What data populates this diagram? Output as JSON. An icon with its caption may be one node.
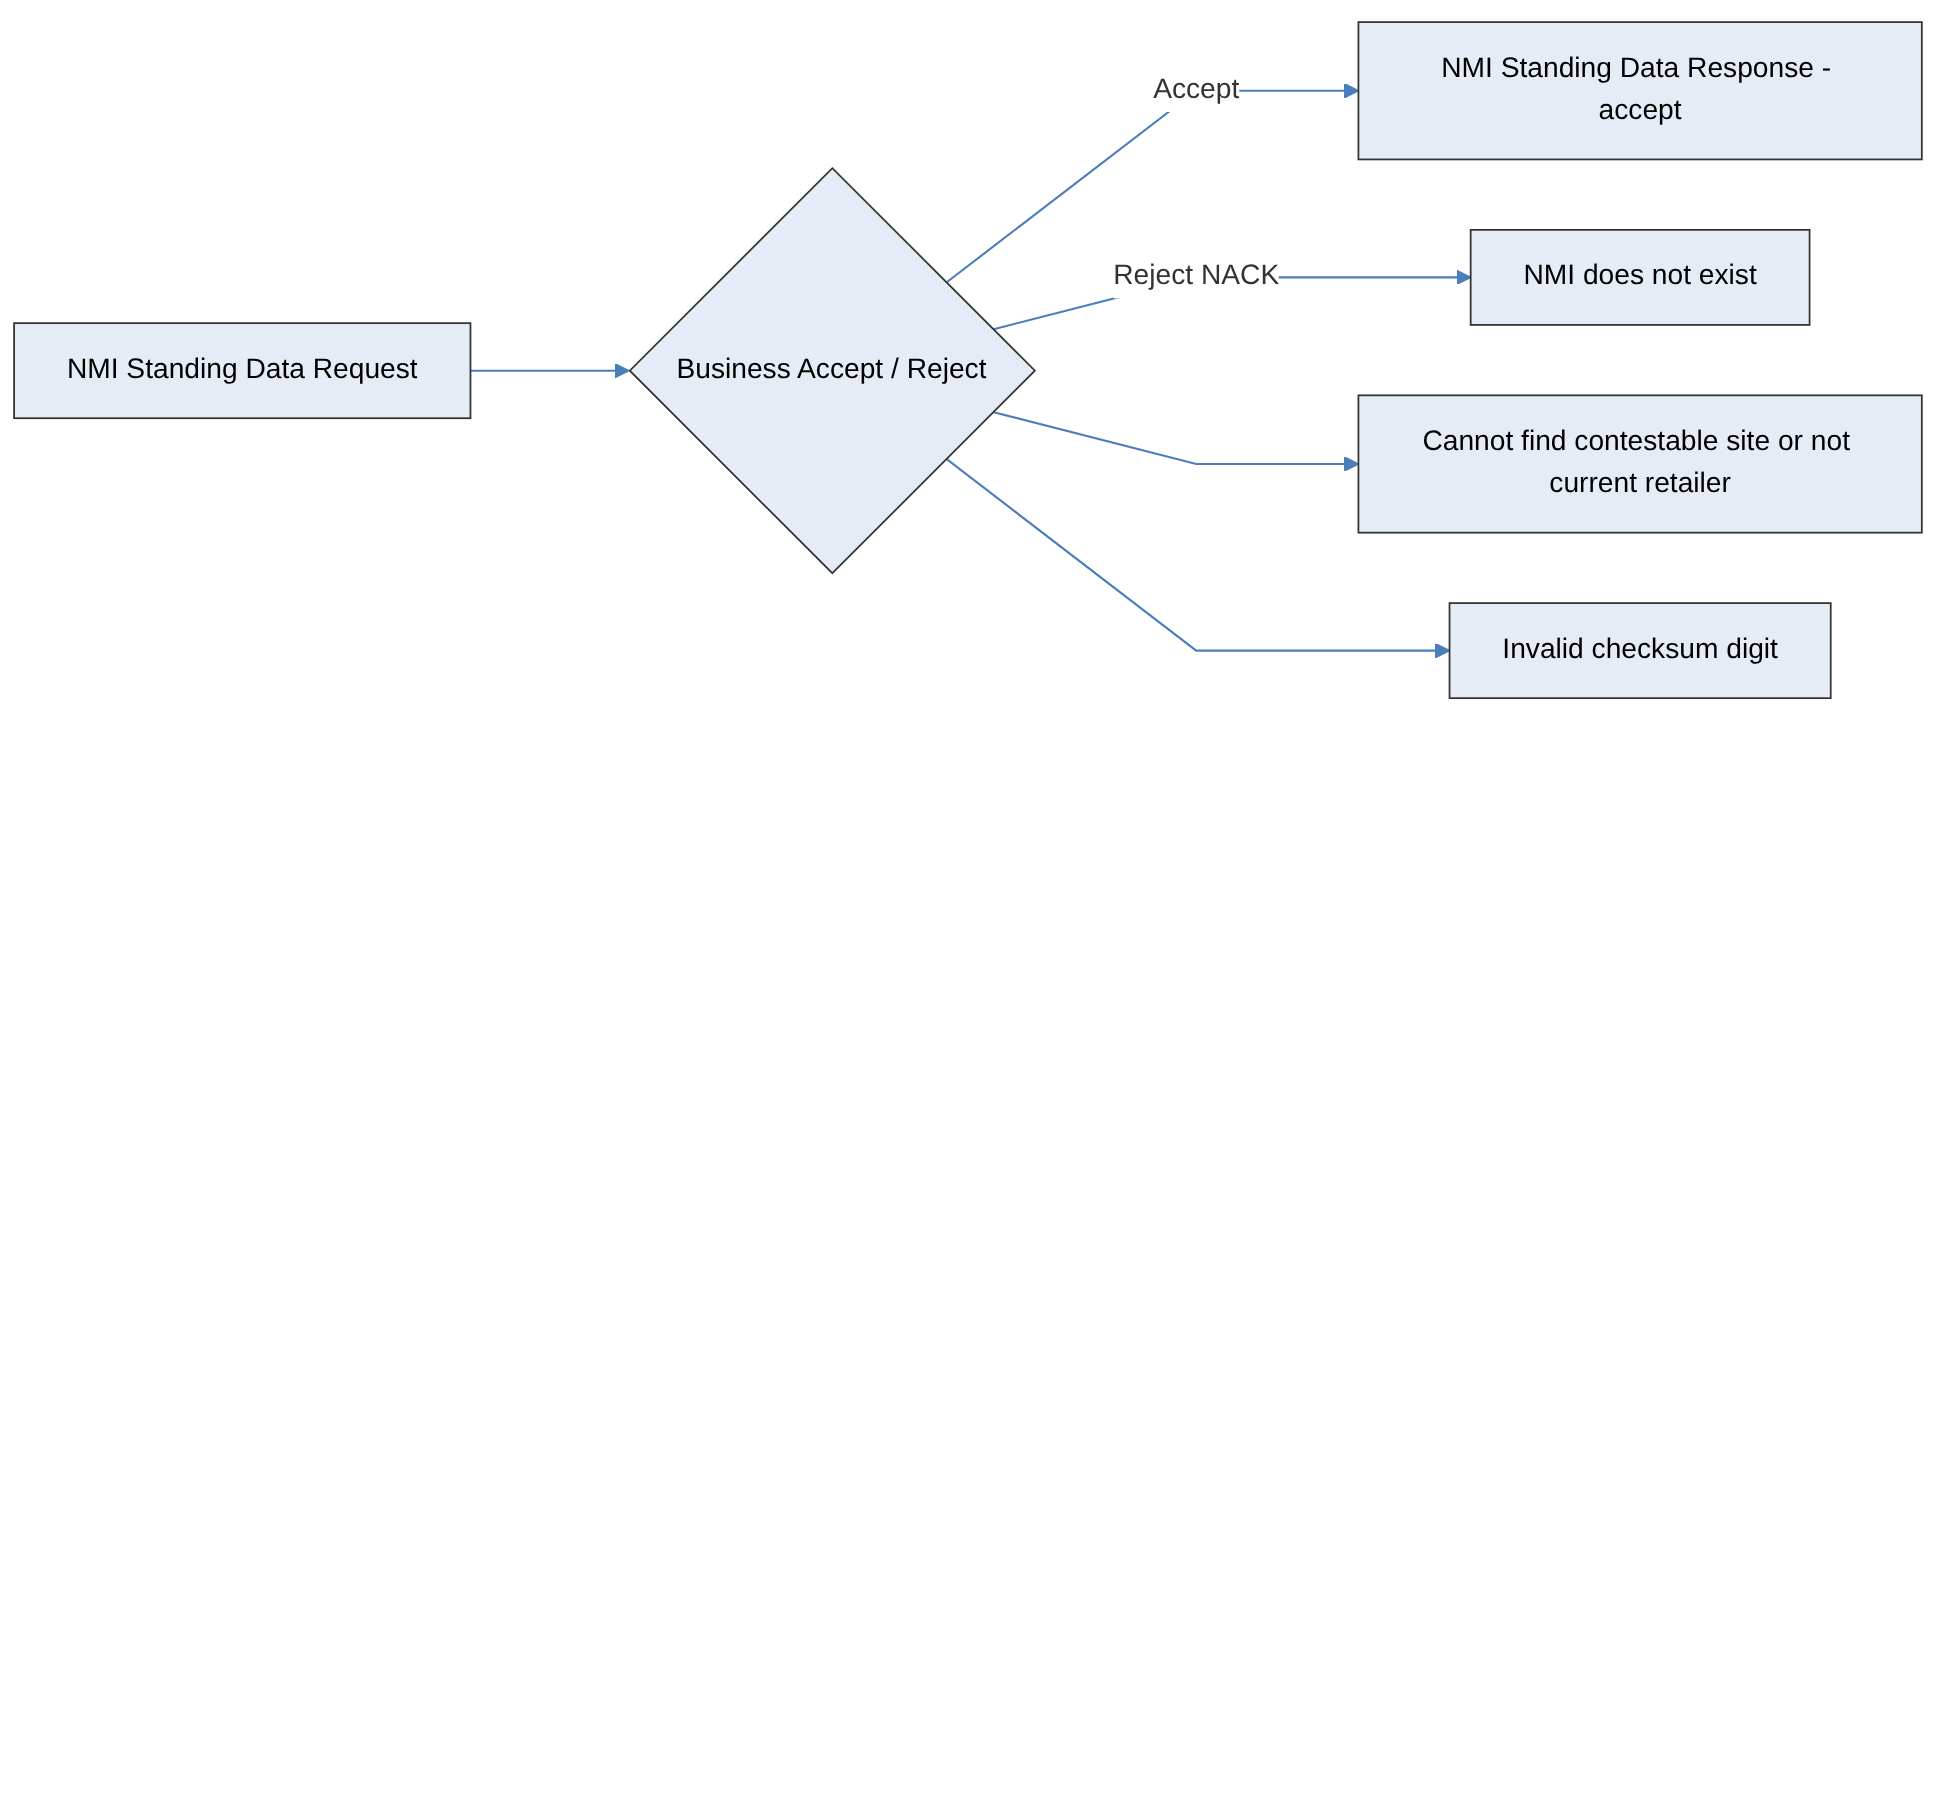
{
  "diagram": {
    "nodes": [
      {
        "text": [
          "NMI Standing Data Request"
        ]
      },
      {
        "text": [
          "Business Accept / Reject"
        ]
      },
      {
        "text": [
          "NMI Standing Data Response - accept"
        ]
      },
      {
        "text": [
          "NMI does not exist"
        ]
      },
      {
        "text": [
          "Cannot find contestable site or not current retailer"
        ]
      },
      {
        "text": [
          "Invalid checksum digit"
        ]
      }
    ],
    "edges": [
      {
        "from": 0,
        "to": 1,
        "arrow": "to"
      },
      {
        "from": 1,
        "to": 2,
        "arrow": "to",
        "label": "Accept"
      },
      {
        "from": 1,
        "to": 3,
        "arrow": "to",
        "label": "Reject NACK"
      },
      {
        "from": 1,
        "to": 4,
        "arrow": "to"
      },
      {
        "from": 1,
        "to": 5,
        "arrow": "to"
      }
    ]
  }
}
